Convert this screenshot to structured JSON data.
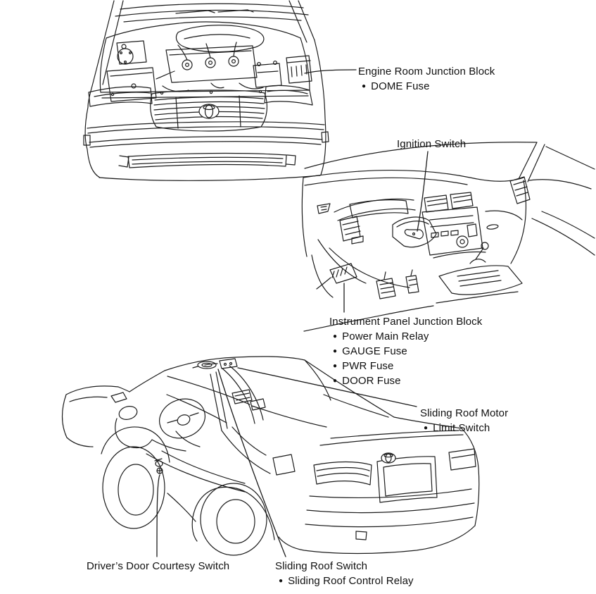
{
  "figure": {
    "bullet_char": "●",
    "description": "Vehicle electrical component location diagram with three line-art views"
  },
  "illustrations": [
    {
      "name": "engine-compartment-front-view"
    },
    {
      "name": "instrument-panel-view"
    },
    {
      "name": "rear-three-quarter-view"
    }
  ],
  "callouts": [
    {
      "title": "Engine Room Junction Block",
      "items": [
        "DOME Fuse"
      ]
    },
    {
      "title": "Ignition Switch",
      "items": []
    },
    {
      "title": "Instrument Panel Junction Block",
      "items": [
        "Power Main Relay",
        "GAUGE Fuse",
        "PWR Fuse",
        "DOOR Fuse"
      ]
    },
    {
      "title": "Sliding Roof Motor",
      "items": [
        "Limit Switch"
      ]
    },
    {
      "title": "Driver’s Door Courtesy Switch",
      "items": []
    },
    {
      "title": "Sliding Roof Switch",
      "items": [
        "Sliding Roof Control Relay"
      ]
    }
  ]
}
